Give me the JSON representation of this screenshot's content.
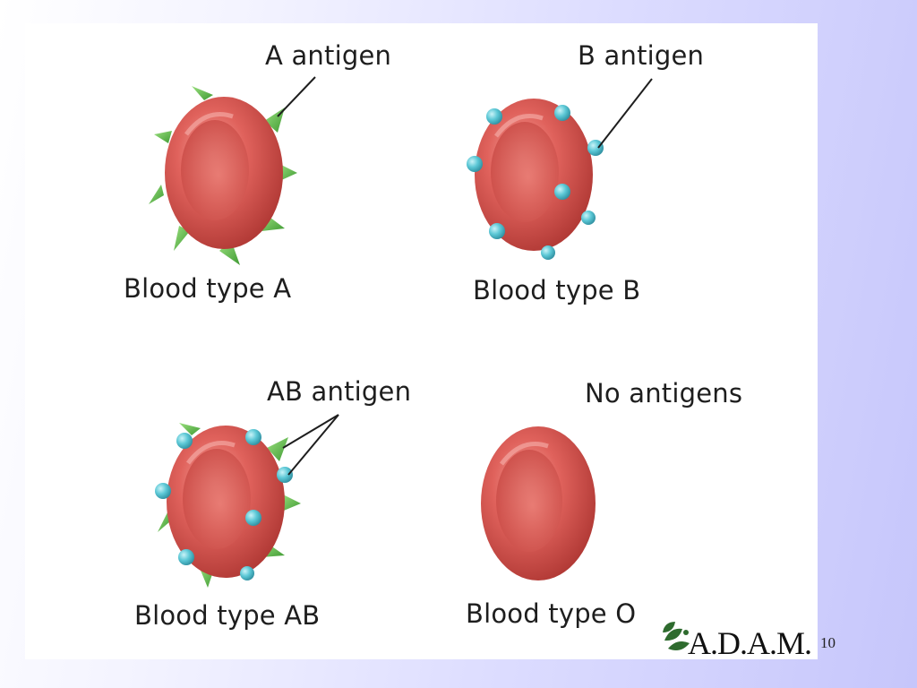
{
  "labels": {
    "a_antigen": "A antigen",
    "b_antigen": "B antigen",
    "ab_antigen": "AB antigen",
    "no_antigens": "No antigens",
    "type_a": "Blood type A",
    "type_b": "Blood type B",
    "type_ab": "Blood type AB",
    "type_o": "Blood type O"
  },
  "logo": {
    "text": "A.D.A.M."
  },
  "slide_number": "10",
  "colors": {
    "cell": "#d9534f",
    "cell_dark": "#b83a37",
    "cell_light": "#f08a84",
    "antigen_a": "#5fb84a",
    "antigen_b": "#5cc8d6",
    "panel": "#ffffff"
  }
}
